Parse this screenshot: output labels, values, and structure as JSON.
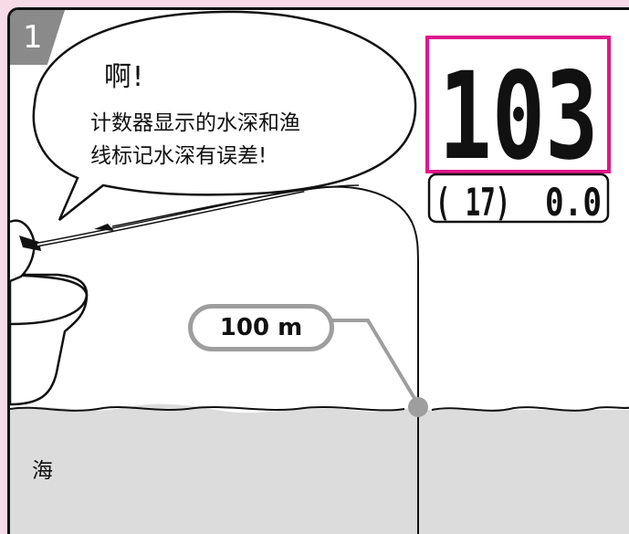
{
  "panel": {
    "number": "1",
    "exclamation": "啊!",
    "speech_lines": [
      "计数器显示的水深和渔",
      "线标记水深有误差!"
    ],
    "depth_marker": "100 m",
    "sea_label": "海"
  },
  "counter": {
    "main_reading": "103",
    "sub_reading_left": "( 17)",
    "sub_reading_right": "0.0",
    "highlight_color": "#e0168a"
  },
  "colors": {
    "background": "#f6dbe6",
    "sea": "#dcdcdc",
    "marker_gray": "#9e9e9e"
  }
}
